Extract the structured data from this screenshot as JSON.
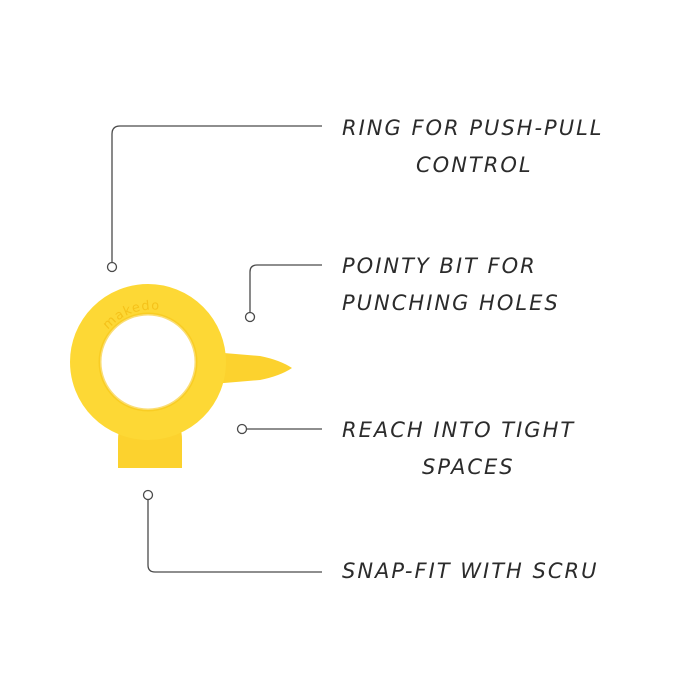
{
  "logo": {
    "text": "makedo"
  },
  "callouts": [
    {
      "line1": "RING FOR PUSH-PULL",
      "line2": "CONTROL"
    },
    {
      "line1": "POINTY BIT FOR",
      "line2": "PUNCHING HOLES"
    },
    {
      "line1": "REACH INTO TIGHT",
      "line2": "SPACES"
    },
    {
      "line1": "SNAP-FIT WITH SCRU"
    }
  ],
  "colors": {
    "tool_yellow": "#fdd835",
    "tool_shade": "#f2c20f",
    "line": "#4a4a4a",
    "text": "#2b2b2b"
  }
}
